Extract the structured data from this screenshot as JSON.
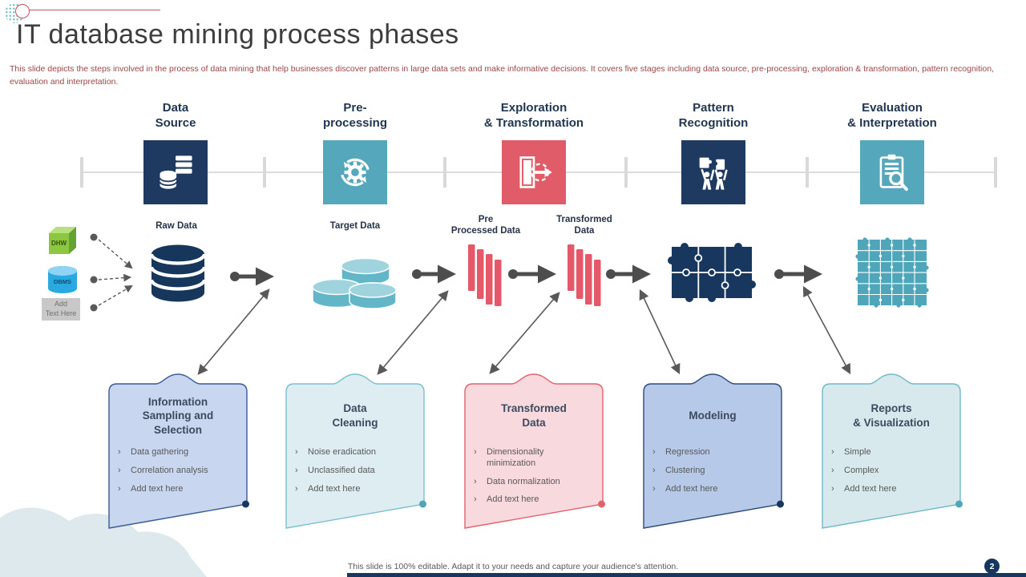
{
  "slide": {
    "title": "IT database mining process phases",
    "subtitle": "This slide depicts the steps involved in the process of data mining that help businesses discover patterns in large data sets and make informative decisions. It covers five stages including data source, pre-processing, exploration & transformation, pattern recognition, evaluation and interpretation.",
    "footer": "This slide is 100% editable. Adapt it to your needs and capture your audience's attention.",
    "page_number": "2"
  },
  "colors": {
    "navy": "#17375E",
    "teal": "#4FA6B8",
    "red": "#E05C68",
    "accent_line_red": "#C4515C",
    "subtitle_red": "#9C4649",
    "arrow_gray": "#595959",
    "timeline_gray": "#D9D9D9"
  },
  "phases": [
    {
      "label": "Data\nSource",
      "icon": "database-icon",
      "color": "#1F3A60"
    },
    {
      "label": "Pre-\nprocessing",
      "icon": "process-gears-icon",
      "color": "#55A8BC"
    },
    {
      "label": "Exploration\n& Transformation",
      "icon": "door-export-icon",
      "color": "#E05C68"
    },
    {
      "label": "Pattern\nRecognition",
      "icon": "people-puzzle-icon",
      "color": "#1F3A60"
    },
    {
      "label": "Evaluation\n& Interpretation",
      "icon": "report-magnifier-icon",
      "color": "#55A8BC"
    }
  ],
  "flow": {
    "sources": [
      {
        "label": "DHW",
        "shape": "green-cube"
      },
      {
        "label": "DBMS",
        "shape": "blue-cylinder"
      },
      {
        "label": "Add\nText Here",
        "shape": "gray-box"
      }
    ],
    "stages": [
      {
        "label": "Raw Data",
        "shape": "navy-database"
      },
      {
        "label": "Target Data",
        "shape": "teal-cylinders"
      },
      {
        "label": "Pre\nProcessed Data",
        "shape": "red-bars"
      },
      {
        "label": "Transformed\nData",
        "shape": "red-bars"
      },
      {
        "label": "",
        "shape": "navy-puzzle-cluster"
      },
      {
        "label": "",
        "shape": "teal-puzzle-grid"
      }
    ]
  },
  "cards": [
    {
      "title": "Information\nSampling and\nSelection",
      "bullets": [
        "Data gathering",
        "Correlation analysis",
        "Add text here"
      ]
    },
    {
      "title": "Data\nCleaning",
      "bullets": [
        "Noise eradication",
        "Unclassified data",
        "Add text here"
      ]
    },
    {
      "title": "Transformed\nData",
      "bullets": [
        "Dimensionality minimization",
        "Data normalization",
        "Add text here"
      ]
    },
    {
      "title": "Modeling",
      "bullets": [
        "Regression",
        "Clustering",
        "Add text here"
      ]
    },
    {
      "title": "Reports\n& Visualization",
      "bullets": [
        "Simple",
        "Complex",
        "Add text here"
      ]
    }
  ]
}
